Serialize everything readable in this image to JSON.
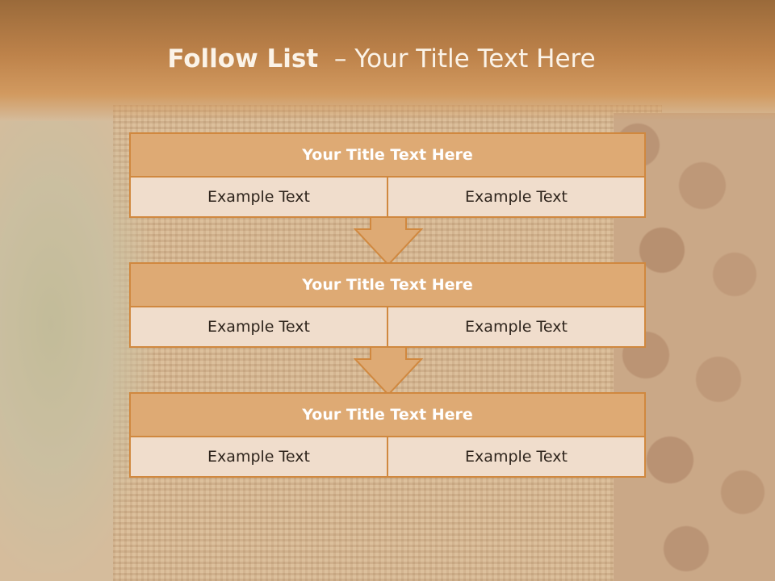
{
  "slide": {
    "title_bold": "Follow List",
    "title_rest": "– Your Title Text Here"
  },
  "blocks": [
    {
      "title": "Your Title Text Here",
      "left": "Example Text",
      "right": "Example Text"
    },
    {
      "title": "Your Title Text Here",
      "left": "Example Text",
      "right": "Example Text"
    },
    {
      "title": "Your Title Text Here",
      "left": "Example Text",
      "right": "Example Text"
    }
  ],
  "colors": {
    "accent": "#d0883f",
    "title_fill": "#deaa74",
    "cell_fill": "#f0ddcc",
    "header": "#bd824a"
  }
}
